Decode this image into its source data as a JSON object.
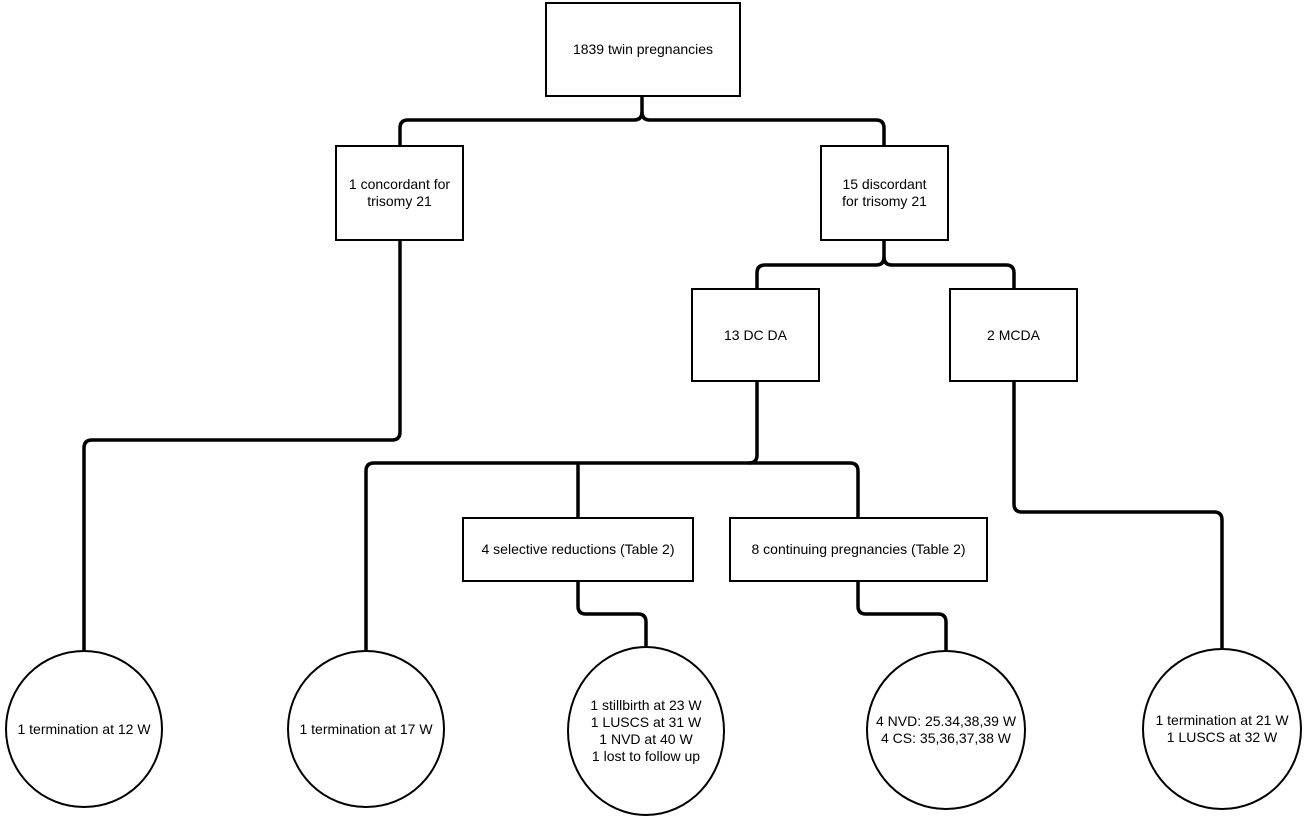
{
  "nodes": {
    "root": "1839 twin pregnancies",
    "concordant": "1 concordant for\ntrisomy 21",
    "discordant": "15 discordant\nfor trisomy 21",
    "dcda": "13 DC DA",
    "mcda": "2 MCDA",
    "selective": "4 selective reductions (Table 2)",
    "continuing": "8 continuing pregnancies (Table 2)",
    "term12": "1 termination at 12 W",
    "term17": "1 termination at 17 W",
    "outcomes_selective": "1 stillbirth at 23 W\n1 LUSCS at 31 W\n1 NVD at 40 W\n1 lost to follow up",
    "outcomes_continuing": "4 NVD: 25.34,38,39 W\n4 CS: 35,36,37,38 W",
    "outcomes_mcda": "1 termination at 21 W\n1 LUSCS at 32 W"
  }
}
